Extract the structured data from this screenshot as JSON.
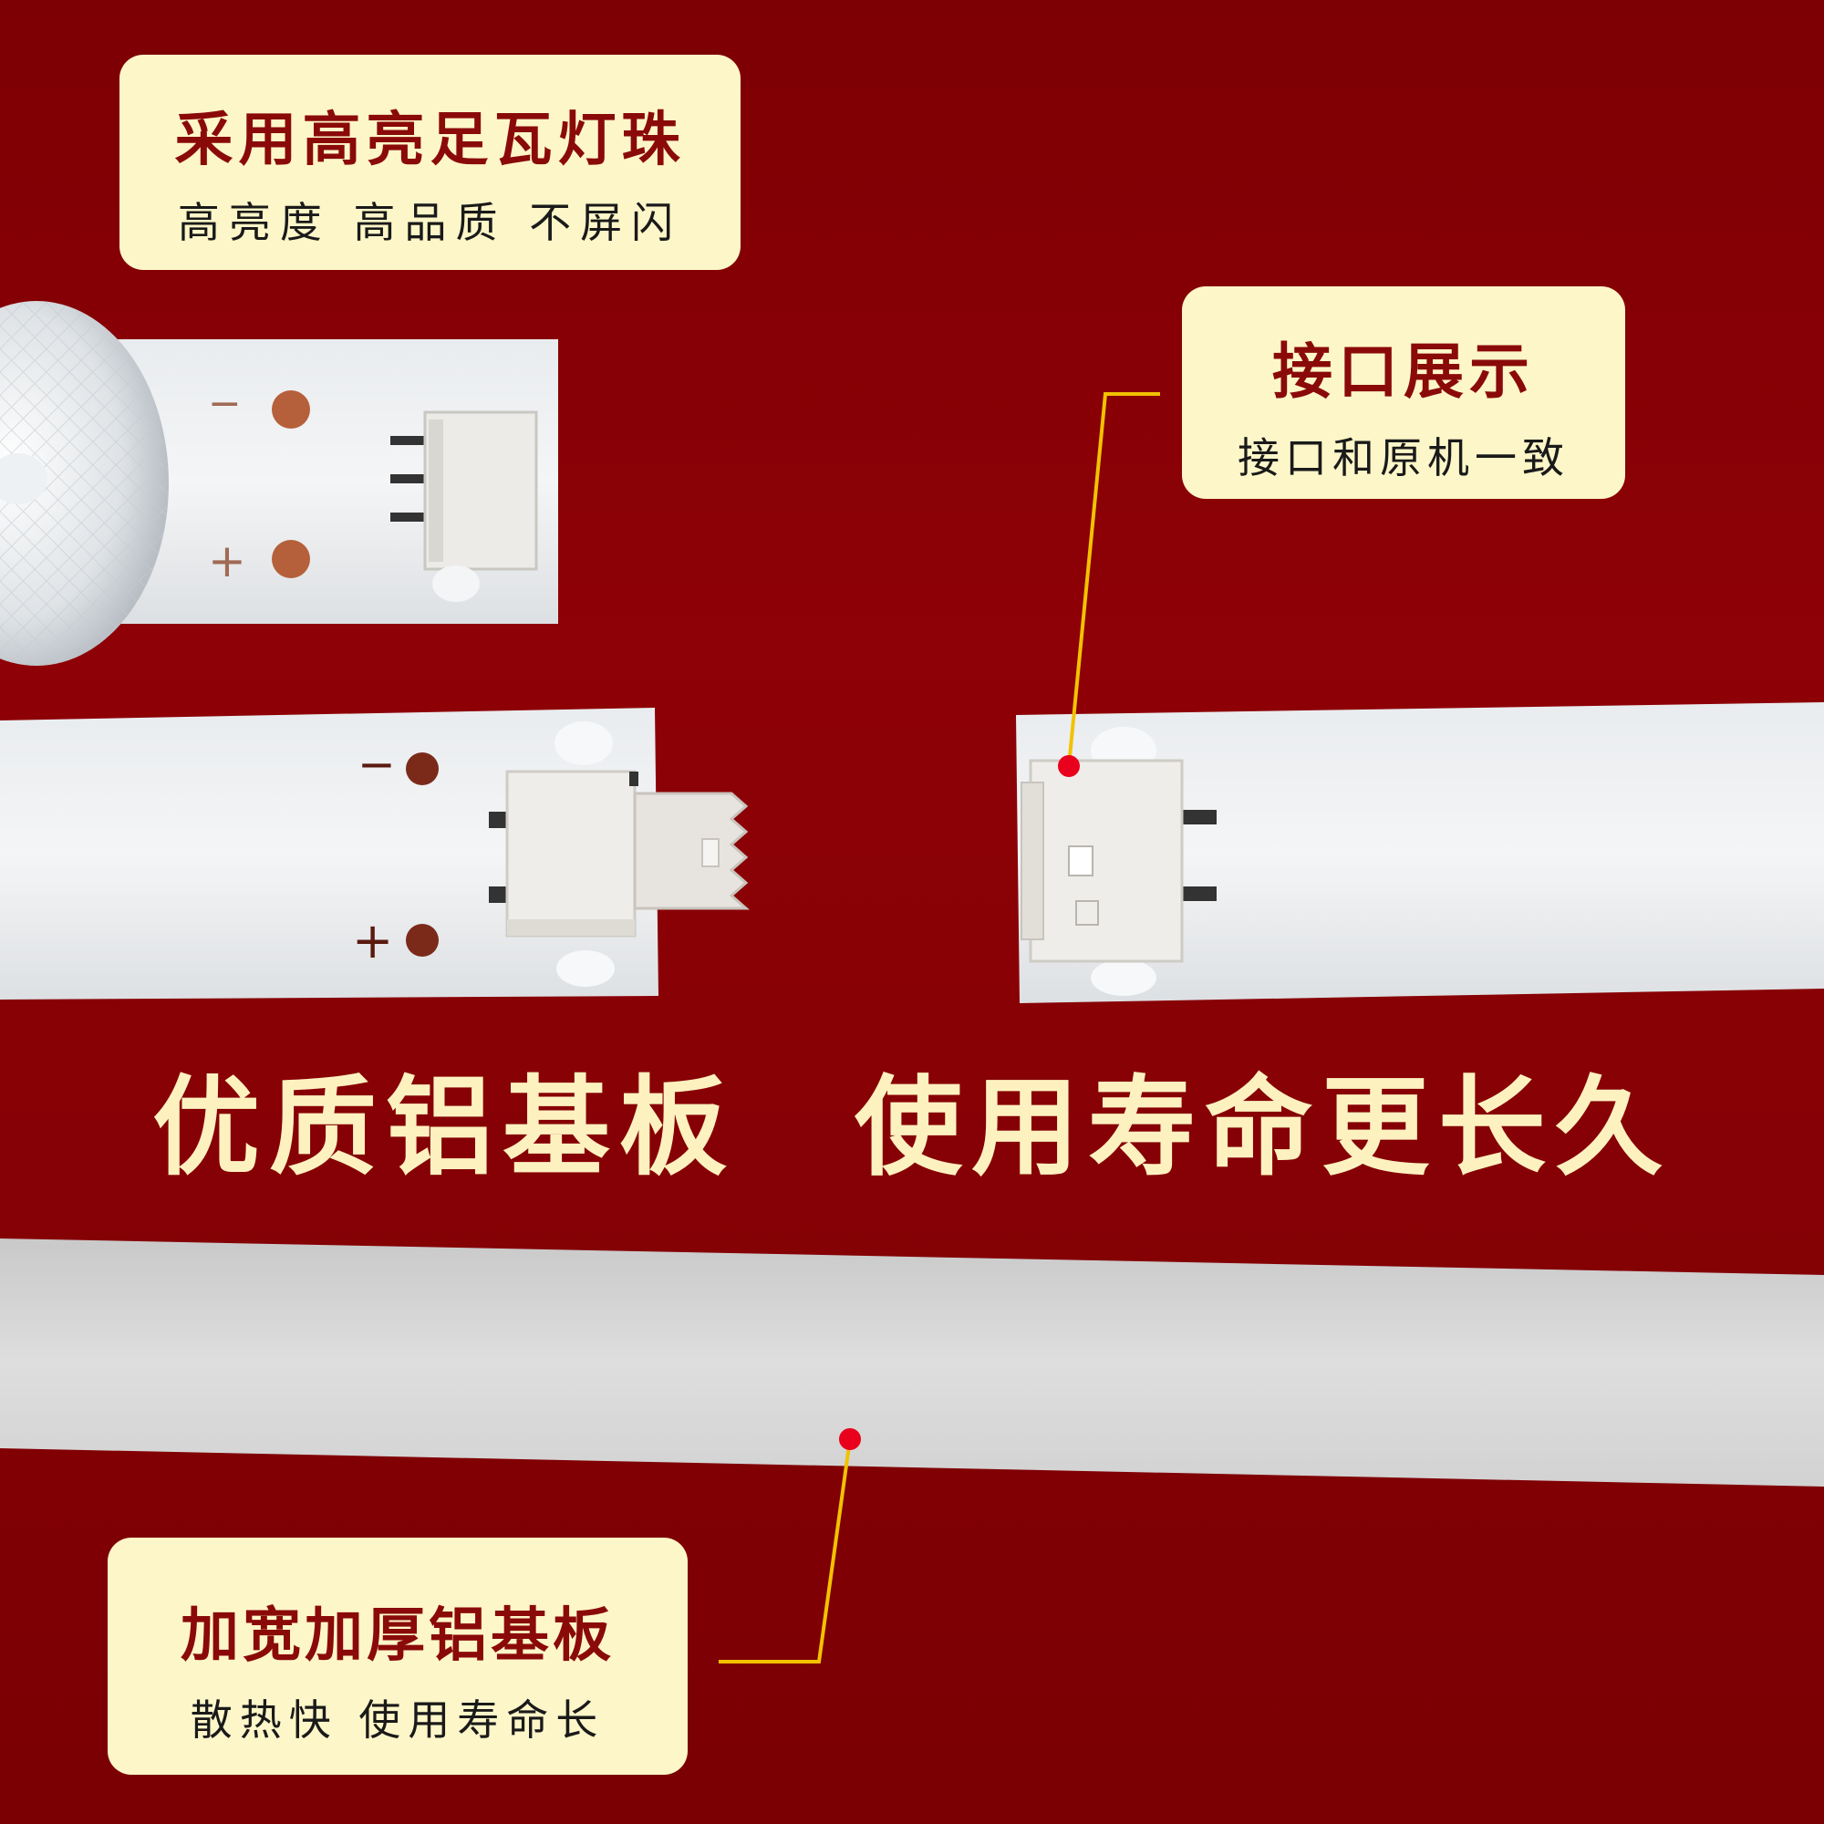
{
  "callouts": {
    "leds": {
      "title": "采用高亮足瓦灯珠",
      "subtitle": "高亮度 高品质 不屏闪"
    },
    "interface": {
      "title": "接口展示",
      "subtitle": "接口和原机一致"
    },
    "board": {
      "title": "加宽加厚铝基板",
      "subtitle": "散热快 使用寿命长"
    }
  },
  "headline": {
    "left": "优质铝基板",
    "right": "使用寿命更长久"
  },
  "strip_markings": {
    "minus": "−",
    "plus": "+"
  },
  "colors": {
    "background": "#8a0105",
    "callout_bg": "#fdf6c8",
    "title_text": "#8a0a0a",
    "headline_text": "#fdf1c0",
    "leader_line": "#f2c200",
    "marker_dot": "#e8001c"
  }
}
